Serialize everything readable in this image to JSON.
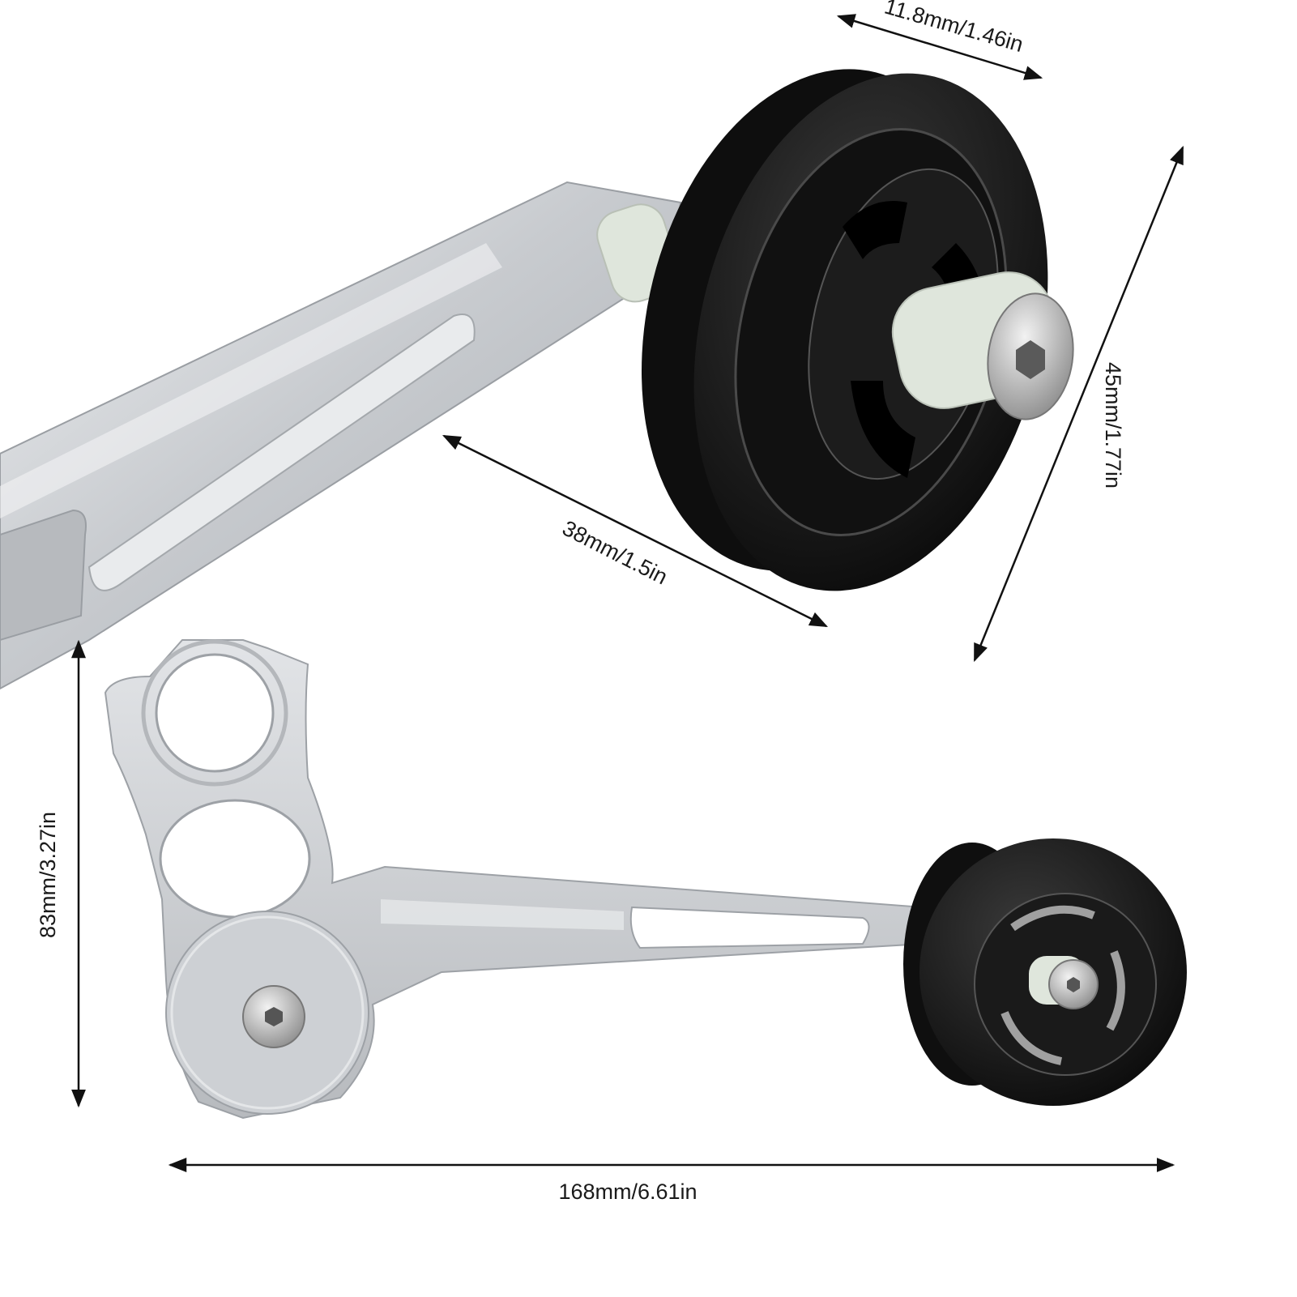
{
  "dimensions": {
    "pulley_width": "11.8mm/1.46in",
    "pulley_diameter": "45mm/1.77in",
    "pulley_offset": "38mm/1.5in",
    "overall_height": "83mm/3.27in",
    "overall_length": "168mm/6.61in"
  },
  "colors": {
    "background": "#ffffff",
    "aluminum": "#c9ccd0",
    "pulley": "#141414",
    "axle": "#dfe6dc",
    "arrow": "#111111"
  }
}
